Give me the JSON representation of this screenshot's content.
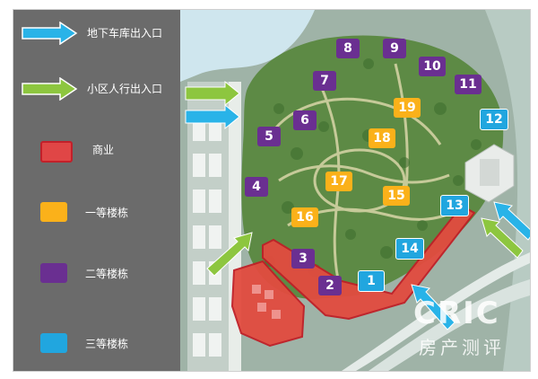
{
  "legend": {
    "items": [
      {
        "key": "garage-entrance",
        "label": "地下车库出入口",
        "color": "#29b3e8"
      },
      {
        "key": "pedestrian-entrance",
        "label": "小区人行出入口",
        "color": "#8dc63f"
      },
      {
        "key": "commercial",
        "label": "商业",
        "color": "#e04646"
      },
      {
        "key": "first-class",
        "label": "一等楼栋",
        "color": "#fbb11a"
      },
      {
        "key": "second-class",
        "label": "二等楼栋",
        "color": "#6a2f91"
      },
      {
        "key": "third-class",
        "label": "三等楼栋",
        "color": "#21a6df"
      }
    ]
  },
  "buildings": [
    {
      "label": "8",
      "grade": "second-class"
    },
    {
      "label": "9",
      "grade": "second-class"
    },
    {
      "label": "10",
      "grade": "second-class"
    },
    {
      "label": "11",
      "grade": "second-class"
    },
    {
      "label": "7",
      "grade": "second-class"
    },
    {
      "label": "6",
      "grade": "second-class"
    },
    {
      "label": "5",
      "grade": "second-class"
    },
    {
      "label": "4",
      "grade": "second-class"
    },
    {
      "label": "3",
      "grade": "second-class"
    },
    {
      "label": "2",
      "grade": "second-class"
    },
    {
      "label": "19",
      "grade": "first-class"
    },
    {
      "label": "18",
      "grade": "first-class"
    },
    {
      "label": "17",
      "grade": "first-class"
    },
    {
      "label": "16",
      "grade": "first-class"
    },
    {
      "label": "15",
      "grade": "first-class"
    },
    {
      "label": "12",
      "grade": "third-class"
    },
    {
      "label": "13",
      "grade": "third-class"
    },
    {
      "label": "14",
      "grade": "third-class"
    },
    {
      "label": "1",
      "grade": "third-class"
    }
  ],
  "watermark": {
    "logo": "CRIC",
    "subtitle": "房产测评"
  },
  "colors": {
    "legend_bg": "#6b6b6b",
    "lake": "#cfe6ee",
    "park": "#5d8a45",
    "road": "#c9d8d2",
    "commercial_outline": "#e0322f"
  }
}
